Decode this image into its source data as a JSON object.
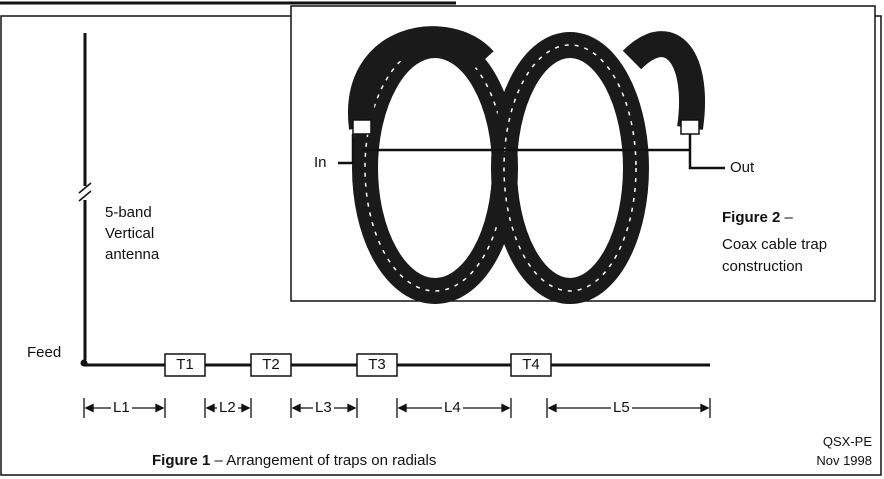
{
  "figure2": {
    "title": "Figure 2",
    "dash": "–",
    "caption_line1": "Coax cable trap",
    "caption_line2": "construction",
    "in_label": "In",
    "out_label": "Out"
  },
  "figure1": {
    "title": "Figure 1",
    "caption": " – Arrangement of traps on radials",
    "antenna_line1": "5-band",
    "antenna_line2": "Vertical",
    "antenna_line3": "antenna",
    "feed_label": "Feed",
    "traps": [
      "T1",
      "T2",
      "T3",
      "T4"
    ],
    "lengths": [
      "L1",
      "L2",
      "L3",
      "L4",
      "L5"
    ]
  },
  "credit": {
    "line1": "QSX-PE",
    "line2": "Nov 1998"
  },
  "colors": {
    "ink": "#111111",
    "coax": "#1a1a1a",
    "background": "#ffffff"
  }
}
